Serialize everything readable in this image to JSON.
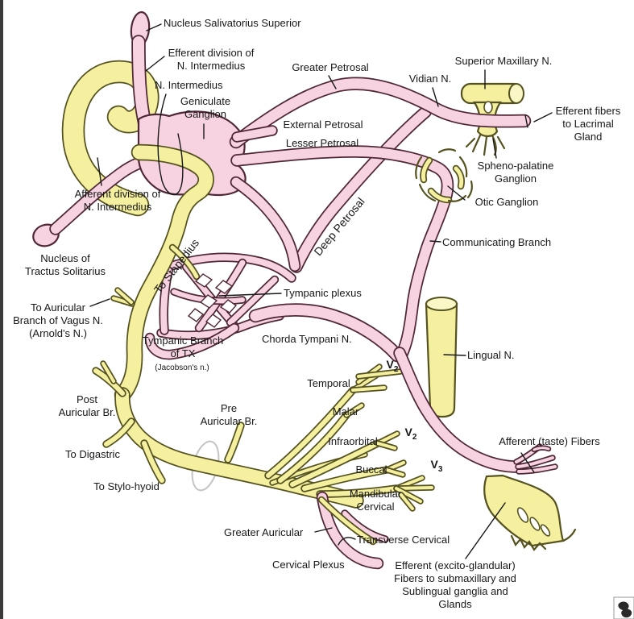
{
  "colors": {
    "background": "#ffffff",
    "nerve_pink_fill": "#f7d3e1",
    "nerve_pink_outline": "#4f2736",
    "nerve_yellow_fill": "#f4f0a0",
    "nerve_yellow_light": "#faf7c6",
    "nerve_yellow_outline": "#55521f",
    "ink": "#171717",
    "faint_ring": "#c4c4c4",
    "edge_strip": "#3a3a3a"
  },
  "labels": {
    "nss": "Nucleus Salivatorius Superior",
    "efferent_div": [
      "Efferent division of",
      "N. Intermedius"
    ],
    "n_intermedius": "N. Intermedius",
    "geniculate": [
      "Geniculate",
      "Ganglion"
    ],
    "greater_petrosal": "Greater Petrosal",
    "vidian": "Vidian N.",
    "superior_maxillary": "Superior Maxillary N.",
    "efferent_lacrimal": [
      "Efferent fibers",
      "to Lacrimal",
      "Gland"
    ],
    "external_petrosal": "External Petrosal",
    "lesser_petrosal": "Lesser Petrosal",
    "sphenopalatine": [
      "Spheno-palatine",
      "Ganglion"
    ],
    "otic": "Otic Ganglion",
    "afferent_div": [
      "Afferent division of",
      "N. Intermedius"
    ],
    "communicating": "Communicating Branch",
    "nucleus_tractus": [
      "Nucleus of",
      "Tractus Solitarius"
    ],
    "to_stapedius": "To Stapedius",
    "deep_petrosal": "Deep Petrosal",
    "tympanic_plexus": "Tympanic plexus",
    "arnold": [
      "To Auricular",
      "Branch of Vagus N.",
      "(Arnold's N.)"
    ],
    "tympanic_branch": [
      "Tympanic Branch",
      "of TX"
    ],
    "jacobsons": "(Jacobson's n.)",
    "chorda": "Chorda Tympani N.",
    "lingual": "Lingual N.",
    "temporal": "Temporal",
    "malar": "Malar",
    "infraorbital": "Infraorbital",
    "buccal": "Buccal",
    "mandibular": [
      "Mandibular",
      "Cervical"
    ],
    "post_auricular": [
      "Post",
      "Auricular Br."
    ],
    "pre_auricular": [
      "Pre",
      "Auricular Br."
    ],
    "to_digastric": "To Digastric",
    "to_stylohyoid": "To Stylo-hyoid",
    "afferent_taste": "Afferent (taste) Fibers",
    "greater_auricular": "Greater Auricular",
    "transverse_cervical": "Transverse Cervical",
    "cervical_plexus": "Cervical Plexus",
    "efferent_glandular": [
      "Efferent (excito-glandular)",
      "Fibers to submaxillary and",
      "Sublingual ganglia and",
      "Glands"
    ],
    "v2": {
      "base": "V",
      "sub": "2"
    },
    "v3": {
      "base": "V",
      "sub": "3"
    }
  }
}
